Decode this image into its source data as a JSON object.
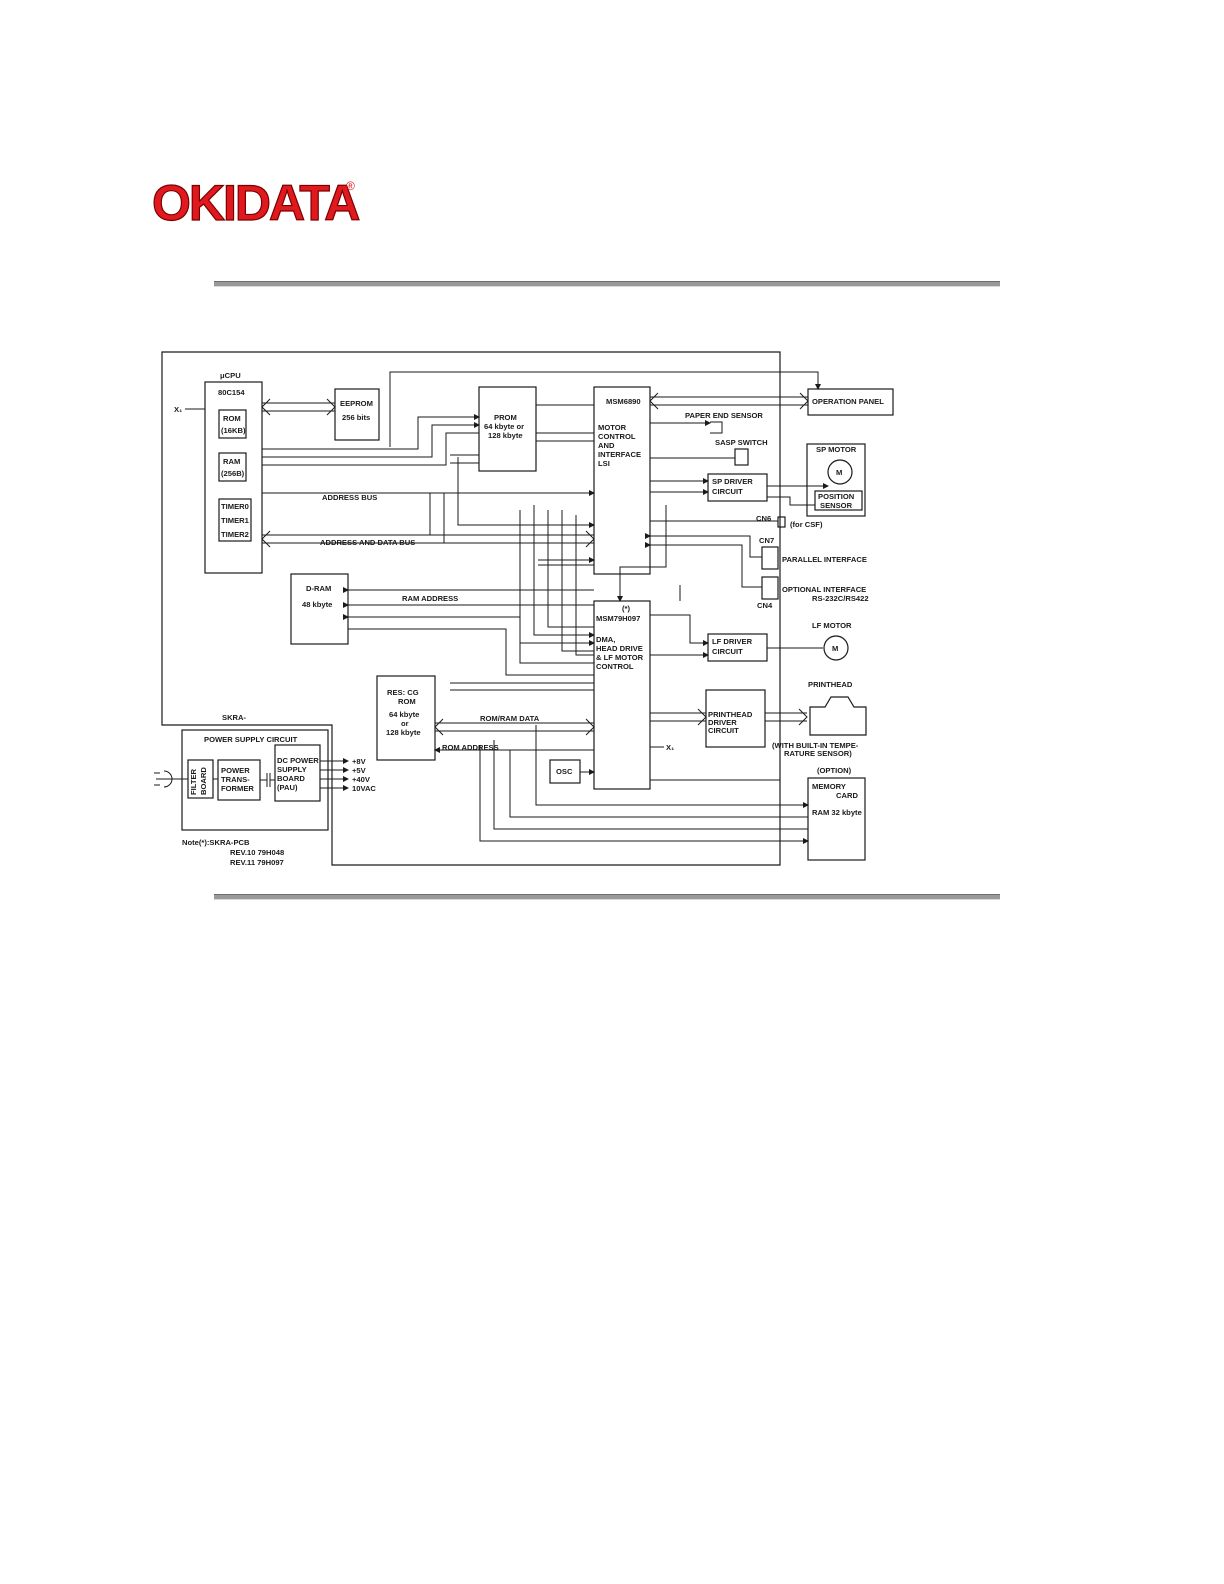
{
  "brand": {
    "name": "OKIDATA",
    "reg_mark": "®",
    "color": "#e0191f"
  },
  "diagram": {
    "mucpu": "μCPU",
    "cpu_chip": "80C154",
    "rom": "ROM",
    "rom_size": "(16KB)",
    "ram": "RAM",
    "ram_size": "(256B)",
    "timer0": "TIMER0",
    "timer1": "TIMER1",
    "timer2": "TIMER2",
    "x1_left": "X₁",
    "eeprom": "EEPROM",
    "eeprom_size": "256 bits",
    "prom": "PROM",
    "prom_size1": "64 kbyte or",
    "prom_size2": "128 kbyte",
    "msm_chip": "MSM6890",
    "motor1": "MOTOR",
    "motor2": "CONTROL",
    "motor3": "AND",
    "motor4": "INTERFACE",
    "motor5": "LSI",
    "paper_end": "PAPER END SENSOR",
    "sasp": "SASP SWITCH",
    "op_panel": "OPERATION PANEL",
    "sp_motor": "SP MOTOR",
    "m_symbol": "M",
    "pos1": "POSITION",
    "pos2": "SENSOR",
    "sp_drv1": "SP DRIVER",
    "sp_drv2": "CIRCUIT",
    "cn6": "CN6",
    "for_csf": "(for CSF)",
    "cn7": "CN7",
    "cn4": "CN4",
    "parallel": "PARALLEL INTERFACE",
    "optional1": "OPTIONAL INTERFACE",
    "optional2": "RS-232C/RS422",
    "address_bus": "ADDRESS BUS",
    "addr_data_bus": "ADDRESS AND DATA BUS",
    "dram": "D-RAM",
    "dram_size": "48 kbyte",
    "ram_address": "RAM ADDRESS",
    "note_star": "(*)",
    "msm2": "MSM79H097",
    "dma1": "DMA,",
    "dma2": "HEAD DRIVE",
    "dma3": "& LF MOTOR",
    "dma4": "CONTROL",
    "lf_drv1": "LF DRIVER",
    "lf_drv2": "CIRCUIT",
    "lf_motor": "LF MOTOR",
    "res1": "RES: CG",
    "res2": "ROM",
    "res3": "64 kbyte",
    "res4": "or",
    "res5": "128 kbyte",
    "rom_ram_data": "ROM/RAM DATA",
    "rom_address": "ROM ADDRESS",
    "osc": "OSC",
    "x1_right": "X₁",
    "ph_drv1": "PRINTHEAD",
    "ph_drv2": "DRIVER",
    "ph_drv3": "CIRCUIT",
    "printhead": "PRINTHEAD",
    "builtin1": "(WITH BUILT-IN TEMPE-",
    "builtin2": "RATURE SENSOR)",
    "option": "(OPTION)",
    "mem1": "MEMORY",
    "mem2": "CARD",
    "mem3": "RAM 32 kbyte",
    "skra": "SKRA-",
    "psc": "POWER SUPPLY CIRCUIT",
    "filter1": "FILTER",
    "filter2": "BOARD",
    "pt1": "POWER",
    "pt2": "TRANS-",
    "pt3": "FORMER",
    "dc1": "DC POWER",
    "dc2": "SUPPLY",
    "dc3": "BOARD",
    "dc4": "(PAU)",
    "v1": "+8V",
    "v2": "+5V",
    "v3": "+40V",
    "v4": "10VAC",
    "note1": "Note(*):SKRA-PCB",
    "note2": "REV.10   79H048",
    "note3": "REV.11   79H097"
  }
}
